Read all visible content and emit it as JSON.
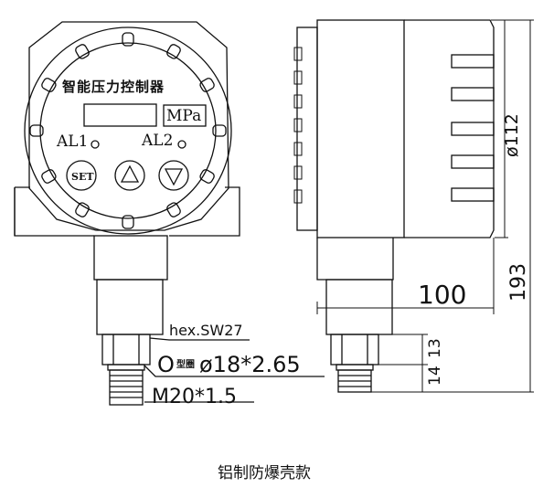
{
  "front_view": {
    "panel_title": "智能压力控制器",
    "unit": "MPa",
    "alarm1": "AL1",
    "alarm2": "AL2",
    "set_button": "SET",
    "icons": [
      "up-triangle-icon",
      "down-triangle-icon",
      "indicator-circle-icon"
    ]
  },
  "callouts": {
    "hex": "hex.SW27",
    "oring_prefix": "O",
    "oring_small": "型圈",
    "oring_spec": "ø18*2.65",
    "thread": "M20*1.5"
  },
  "side_view": {
    "depth": "100",
    "diameter": "ø112",
    "total_height": "193",
    "hex_height": "13",
    "thread_height": "14"
  },
  "caption": "铝制防爆壳款"
}
